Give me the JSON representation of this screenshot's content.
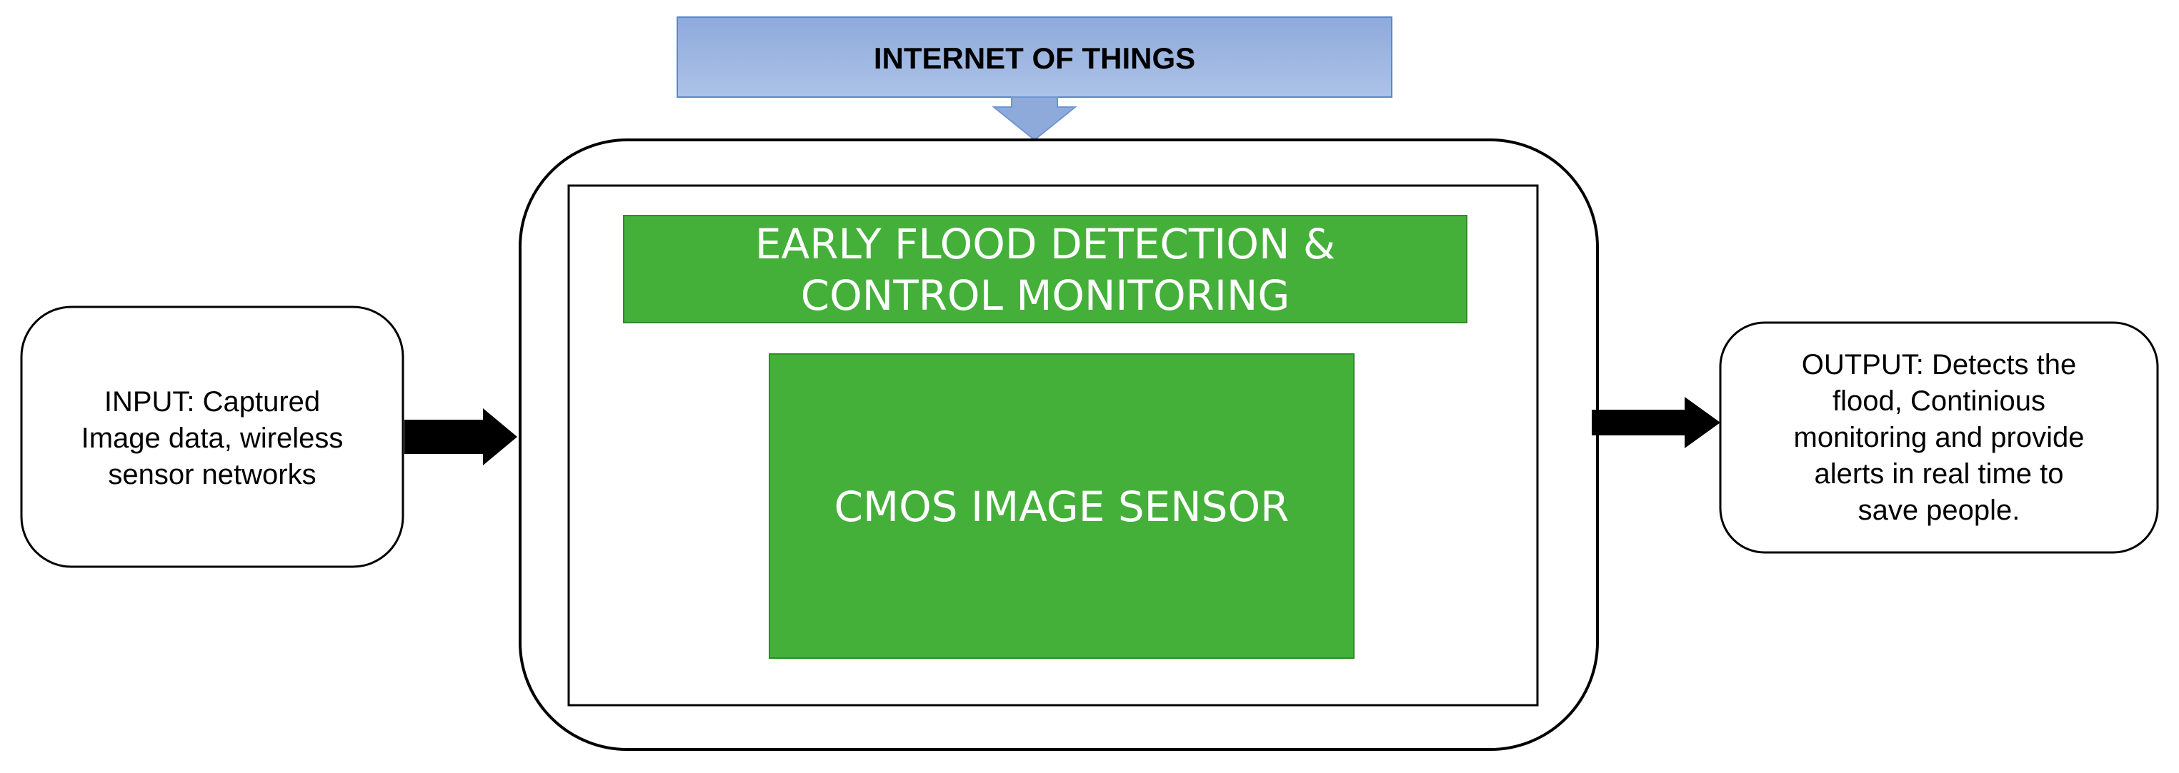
{
  "iot_banner": {
    "label": "INTERNET OF THINGS"
  },
  "input_box": {
    "lines": [
      "INPUT: Captured",
      "Image data, wireless",
      "sensor networks"
    ]
  },
  "system": {
    "title_lines": [
      "EARLY FLOOD DETECTION &",
      "CONTROL MONITORING"
    ],
    "sensor_label": "CMOS IMAGE SENSOR"
  },
  "output_box": {
    "lines": [
      "OUTPUT: Detects the",
      "flood, Continious",
      "monitoring and provide",
      "alerts in real time to",
      "save people."
    ]
  },
  "colors": {
    "iot_fill_top": "#8eaadb",
    "iot_fill_bottom": "#a9c1e8",
    "iot_stroke": "#5b87c9",
    "green_fill": "#44b03a",
    "green_stroke": "#2e8c2a",
    "arrow": "#000000"
  }
}
